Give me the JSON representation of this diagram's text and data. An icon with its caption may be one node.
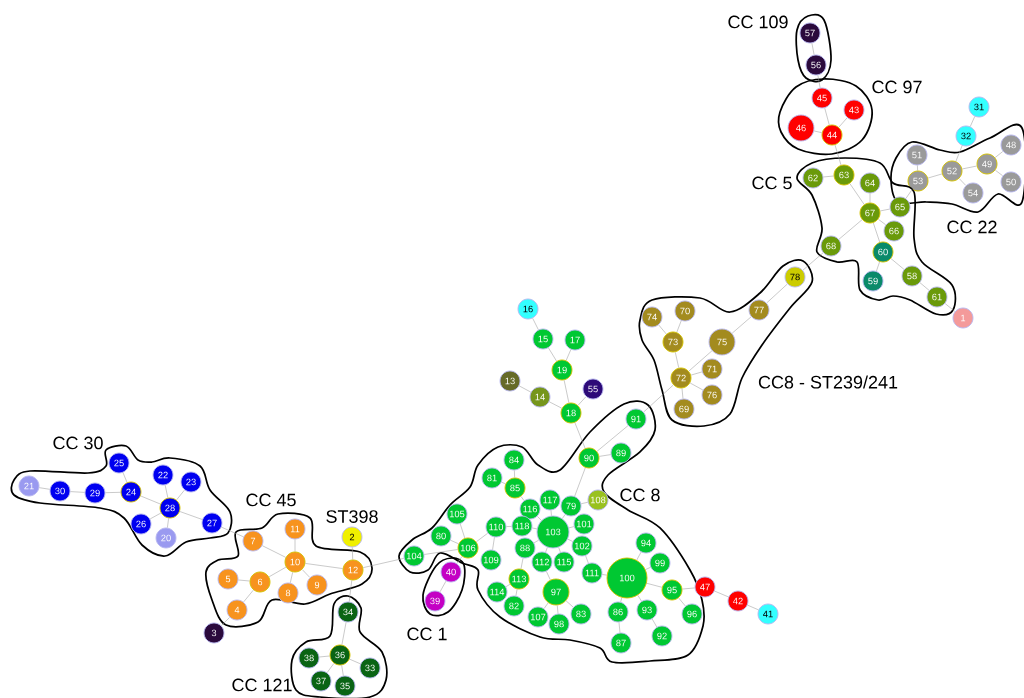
{
  "diagram": {
    "nodes": [
      {
        "text": [
          "CC 109"
        ]
      },
      {
        "text": [
          "57"
        ],
        "in": 0
      },
      {
        "text": [
          "56"
        ],
        "in": 0
      },
      {
        "text": [
          "CC 97"
        ]
      },
      {
        "text": [
          "45"
        ],
        "in": 3
      },
      {
        "text": [
          "43"
        ],
        "in": 3
      },
      {
        "text": [
          "46"
        ],
        "in": 3
      },
      {
        "text": [
          "44"
        ],
        "in": 3
      },
      {
        "text": [
          "31"
        ]
      },
      {
        "text": [
          "32"
        ]
      },
      {
        "text": [
          "CC 22"
        ]
      },
      {
        "text": [
          "51"
        ],
        "in": 10
      },
      {
        "text": [
          "48"
        ],
        "in": 10
      },
      {
        "text": [
          "53"
        ],
        "in": 10
      },
      {
        "text": [
          "52"
        ],
        "in": 10
      },
      {
        "text": [
          "49"
        ],
        "in": 10
      },
      {
        "text": [
          "50"
        ],
        "in": 10
      },
      {
        "text": [
          "54"
        ],
        "in": 10
      },
      {
        "text": [
          "CC 5"
        ]
      },
      {
        "text": [
          "62"
        ],
        "in": 18
      },
      {
        "text": [
          "63"
        ],
        "in": 18
      },
      {
        "text": [
          "64"
        ],
        "in": 18
      },
      {
        "text": [
          "67"
        ],
        "in": 18
      },
      {
        "text": [
          "65"
        ],
        "in": 18
      },
      {
        "text": [
          "66"
        ],
        "in": 18
      },
      {
        "text": [
          "68"
        ],
        "in": 18
      },
      {
        "text": [
          "60"
        ],
        "in": 18
      },
      {
        "text": [
          "59"
        ],
        "in": 18
      },
      {
        "text": [
          "58"
        ],
        "in": 18
      },
      {
        "text": [
          "61"
        ],
        "in": 18
      },
      {
        "text": [
          "1"
        ]
      },
      {
        "text": [
          "CC8 - ST239/241"
        ]
      },
      {
        "text": [
          "78"
        ],
        "in": 31
      },
      {
        "text": [
          "74"
        ],
        "in": 31
      },
      {
        "text": [
          "70"
        ],
        "in": 31
      },
      {
        "text": [
          "77"
        ],
        "in": 31
      },
      {
        "text": [
          "73"
        ],
        "in": 31
      },
      {
        "text": [
          "75"
        ],
        "in": 31
      },
      {
        "text": [
          "71"
        ],
        "in": 31
      },
      {
        "text": [
          "72"
        ],
        "in": 31
      },
      {
        "text": [
          "76"
        ],
        "in": 31
      },
      {
        "text": [
          "69"
        ],
        "in": 31
      },
      {
        "text": [
          "16"
        ]
      },
      {
        "text": [
          "15"
        ]
      },
      {
        "text": [
          "17"
        ]
      },
      {
        "text": [
          "19"
        ]
      },
      {
        "text": [
          "13"
        ]
      },
      {
        "text": [
          "55"
        ]
      },
      {
        "text": [
          "14"
        ]
      },
      {
        "text": [
          "18"
        ]
      },
      {
        "text": [
          "CC 30"
        ]
      },
      {
        "text": [
          "25"
        ],
        "in": 50
      },
      {
        "text": [
          "22"
        ],
        "in": 50
      },
      {
        "text": [
          "23"
        ],
        "in": 50
      },
      {
        "text": [
          "21"
        ],
        "in": 50
      },
      {
        "text": [
          "30"
        ],
        "in": 50
      },
      {
        "text": [
          "29"
        ],
        "in": 50
      },
      {
        "text": [
          "24"
        ],
        "in": 50
      },
      {
        "text": [
          "28"
        ],
        "in": 50
      },
      {
        "text": [
          "26"
        ],
        "in": 50
      },
      {
        "text": [
          "20"
        ],
        "in": 50
      },
      {
        "text": [
          "27"
        ],
        "in": 50
      },
      {
        "text": [
          "CC 8"
        ]
      },
      {
        "text": [
          "91"
        ],
        "in": 62
      },
      {
        "text": [
          "90"
        ],
        "in": 62
      },
      {
        "text": [
          "89"
        ],
        "in": 62
      },
      {
        "text": [
          "84"
        ],
        "in": 62
      },
      {
        "text": [
          "81"
        ],
        "in": 62
      },
      {
        "text": [
          "85"
        ],
        "in": 62
      },
      {
        "text": [
          "117"
        ],
        "in": 62
      },
      {
        "text": [
          "79"
        ],
        "in": 62
      },
      {
        "text": [
          "116"
        ],
        "in": 62
      },
      {
        "text": [
          "118"
        ],
        "in": 62
      },
      {
        "text": [
          "108"
        ],
        "in": 62
      },
      {
        "text": [
          "101"
        ],
        "in": 62
      },
      {
        "text": [
          "105"
        ],
        "in": 62
      },
      {
        "text": [
          "103"
        ],
        "in": 62
      },
      {
        "text": [
          "102"
        ],
        "in": 62
      },
      {
        "text": [
          "80"
        ],
        "in": 62
      },
      {
        "text": [
          "106"
        ],
        "in": 62
      },
      {
        "text": [
          "110"
        ],
        "in": 62
      },
      {
        "text": [
          "111"
        ],
        "in": 62
      },
      {
        "text": [
          "104"
        ],
        "in": 62
      },
      {
        "text": [
          "88"
        ],
        "in": 62
      },
      {
        "text": [
          "112"
        ],
        "in": 62
      },
      {
        "text": [
          "115"
        ],
        "in": 62
      },
      {
        "text": [
          "100"
        ],
        "in": 62
      },
      {
        "text": [
          "94"
        ],
        "in": 62
      },
      {
        "text": [
          "99"
        ],
        "in": 62
      },
      {
        "text": [
          "109"
        ],
        "in": 62
      },
      {
        "text": [
          "113"
        ],
        "in": 62
      },
      {
        "text": [
          "97"
        ],
        "in": 62
      },
      {
        "text": [
          "95"
        ],
        "in": 62
      },
      {
        "text": [
          "114"
        ],
        "in": 62
      },
      {
        "text": [
          "82"
        ],
        "in": 62
      },
      {
        "text": [
          "107"
        ],
        "in": 62
      },
      {
        "text": [
          "98"
        ],
        "in": 62
      },
      {
        "text": [
          "83"
        ],
        "in": 62
      },
      {
        "text": [
          "86"
        ],
        "in": 62
      },
      {
        "text": [
          "93"
        ],
        "in": 62
      },
      {
        "text": [
          "96"
        ],
        "in": 62
      },
      {
        "text": [
          "92"
        ],
        "in": 62
      },
      {
        "text": [
          "87"
        ],
        "in": 62
      },
      {
        "text": [
          "CC 45"
        ]
      },
      {
        "text": [
          "11"
        ],
        "in": 103
      },
      {
        "text": [
          "7"
        ],
        "in": 103
      },
      {
        "text": [
          "10"
        ],
        "in": 103
      },
      {
        "text": [
          "12"
        ],
        "in": 103
      },
      {
        "text": [
          "5"
        ],
        "in": 103
      },
      {
        "text": [
          "6"
        ],
        "in": 103
      },
      {
        "text": [
          "9"
        ],
        "in": 103
      },
      {
        "text": [
          "8"
        ],
        "in": 103
      },
      {
        "text": [
          "4"
        ],
        "in": 103
      },
      {
        "text": [
          "2"
        ],
        "beside": [
          "ST398"
        ]
      },
      {
        "text": [
          "CC 1"
        ]
      },
      {
        "text": [
          "40"
        ],
        "in": 114
      },
      {
        "text": [
          "39"
        ],
        "in": 114
      },
      {
        "text": [
          "3"
        ]
      },
      {
        "text": [
          "CC 121"
        ]
      },
      {
        "text": [
          "34"
        ],
        "in": 118
      },
      {
        "text": [
          "36"
        ],
        "in": 118
      },
      {
        "text": [
          "38"
        ],
        "in": 118
      },
      {
        "text": [
          "33"
        ],
        "in": 118
      },
      {
        "text": [
          "37"
        ],
        "in": 118
      },
      {
        "text": [
          "35"
        ],
        "in": 118
      },
      {
        "text": [
          "47"
        ]
      },
      {
        "text": [
          "42"
        ]
      },
      {
        "text": [
          "41"
        ]
      }
    ],
    "edges": [
      {
        "from": 1,
        "to": 2,
        "arrow": "none"
      },
      {
        "from": 2,
        "to": 4,
        "arrow": "none"
      },
      {
        "from": 4,
        "to": 7,
        "arrow": "none"
      },
      {
        "from": 7,
        "to": 5,
        "arrow": "none"
      },
      {
        "from": 7,
        "to": 6,
        "arrow": "none"
      },
      {
        "from": 7,
        "to": 20,
        "arrow": "none"
      },
      {
        "from": 8,
        "to": 9,
        "arrow": "none"
      },
      {
        "from": 9,
        "to": 14,
        "arrow": "none"
      },
      {
        "from": 13,
        "to": 11,
        "arrow": "none"
      },
      {
        "from": 13,
        "to": 14,
        "arrow": "none"
      },
      {
        "from": 14,
        "to": 17,
        "arrow": "none"
      },
      {
        "from": 14,
        "to": 15,
        "arrow": "none"
      },
      {
        "from": 15,
        "to": 12,
        "arrow": "none"
      },
      {
        "from": 15,
        "to": 16,
        "arrow": "none"
      },
      {
        "from": 23,
        "to": 13,
        "arrow": "none"
      },
      {
        "from": 19,
        "to": 20,
        "arrow": "none"
      },
      {
        "from": 20,
        "to": 22,
        "arrow": "none"
      },
      {
        "from": 21,
        "to": 22,
        "arrow": "none"
      },
      {
        "from": 22,
        "to": 23,
        "arrow": "none"
      },
      {
        "from": 22,
        "to": 24,
        "arrow": "none"
      },
      {
        "from": 22,
        "to": 26,
        "arrow": "none"
      },
      {
        "from": 22,
        "to": 25,
        "arrow": "none"
      },
      {
        "from": 26,
        "to": 27,
        "arrow": "none"
      },
      {
        "from": 26,
        "to": 28,
        "arrow": "none"
      },
      {
        "from": 28,
        "to": 29,
        "arrow": "none"
      },
      {
        "from": 29,
        "to": 30,
        "arrow": "none"
      },
      {
        "from": 25,
        "to": 32,
        "arrow": "none"
      },
      {
        "from": 32,
        "to": 35,
        "arrow": "none"
      },
      {
        "from": 35,
        "to": 37,
        "arrow": "none"
      },
      {
        "from": 37,
        "to": 39,
        "arrow": "none"
      },
      {
        "from": 39,
        "to": 36,
        "arrow": "none"
      },
      {
        "from": 36,
        "to": 33,
        "arrow": "none"
      },
      {
        "from": 36,
        "to": 34,
        "arrow": "none"
      },
      {
        "from": 39,
        "to": 38,
        "arrow": "none"
      },
      {
        "from": 39,
        "to": 40,
        "arrow": "none"
      },
      {
        "from": 39,
        "to": 41,
        "arrow": "none"
      },
      {
        "from": 39,
        "to": 63,
        "arrow": "none"
      },
      {
        "from": 42,
        "to": 43,
        "arrow": "none"
      },
      {
        "from": 43,
        "to": 45,
        "arrow": "none"
      },
      {
        "from": 44,
        "to": 45,
        "arrow": "none"
      },
      {
        "from": 45,
        "to": 49,
        "arrow": "none"
      },
      {
        "from": 46,
        "to": 48,
        "arrow": "none"
      },
      {
        "from": 48,
        "to": 49,
        "arrow": "none"
      },
      {
        "from": 47,
        "to": 49,
        "arrow": "none"
      },
      {
        "from": 49,
        "to": 64,
        "arrow": "none"
      },
      {
        "from": 54,
        "to": 55,
        "arrow": "none"
      },
      {
        "from": 55,
        "to": 56,
        "arrow": "none"
      },
      {
        "from": 56,
        "to": 57,
        "arrow": "none"
      },
      {
        "from": 57,
        "to": 51,
        "arrow": "none"
      },
      {
        "from": 57,
        "to": 58,
        "arrow": "none"
      },
      {
        "from": 58,
        "to": 52,
        "arrow": "none"
      },
      {
        "from": 58,
        "to": 53,
        "arrow": "none"
      },
      {
        "from": 58,
        "to": 59,
        "arrow": "none"
      },
      {
        "from": 58,
        "to": 60,
        "arrow": "none"
      },
      {
        "from": 58,
        "to": 61,
        "arrow": "none"
      },
      {
        "from": 61,
        "to": 105,
        "arrow": "none"
      },
      {
        "from": 64,
        "to": 63,
        "arrow": "none"
      },
      {
        "from": 64,
        "to": 65,
        "arrow": "none"
      },
      {
        "from": 64,
        "to": 70,
        "arrow": "none"
      },
      {
        "from": 68,
        "to": 66,
        "arrow": "none"
      },
      {
        "from": 68,
        "to": 67,
        "arrow": "none"
      },
      {
        "from": 68,
        "to": 71,
        "arrow": "none"
      },
      {
        "from": 76,
        "to": 69,
        "arrow": "none"
      },
      {
        "from": 76,
        "to": 70,
        "arrow": "none"
      },
      {
        "from": 76,
        "to": 71,
        "arrow": "none"
      },
      {
        "from": 76,
        "to": 72,
        "arrow": "none"
      },
      {
        "from": 70,
        "to": 73,
        "arrow": "none"
      },
      {
        "from": 76,
        "to": 74,
        "arrow": "none"
      },
      {
        "from": 76,
        "to": 77,
        "arrow": "none"
      },
      {
        "from": 77,
        "to": 81,
        "arrow": "none"
      },
      {
        "from": 72,
        "to": 80,
        "arrow": "none"
      },
      {
        "from": 76,
        "to": 83,
        "arrow": "none"
      },
      {
        "from": 76,
        "to": 84,
        "arrow": "none"
      },
      {
        "from": 76,
        "to": 85,
        "arrow": "none"
      },
      {
        "from": 79,
        "to": 78,
        "arrow": "none"
      },
      {
        "from": 79,
        "to": 75,
        "arrow": "none"
      },
      {
        "from": 79,
        "to": 80,
        "arrow": "none"
      },
      {
        "from": 79,
        "to": 82,
        "arrow": "none"
      },
      {
        "from": 79,
        "to": 115,
        "arrow": "none"
      },
      {
        "from": 80,
        "to": 89,
        "arrow": "none"
      },
      {
        "from": 83,
        "to": 90,
        "arrow": "none"
      },
      {
        "from": 90,
        "to": 93,
        "arrow": "none"
      },
      {
        "from": 90,
        "to": 94,
        "arrow": "none"
      },
      {
        "from": 84,
        "to": 91,
        "arrow": "none"
      },
      {
        "from": 91,
        "to": 95,
        "arrow": "none"
      },
      {
        "from": 91,
        "to": 96,
        "arrow": "none"
      },
      {
        "from": 91,
        "to": 97,
        "arrow": "none"
      },
      {
        "from": 81,
        "to": 86,
        "arrow": "none"
      },
      {
        "from": 86,
        "to": 87,
        "arrow": "none"
      },
      {
        "from": 86,
        "to": 88,
        "arrow": "none"
      },
      {
        "from": 86,
        "to": 92,
        "arrow": "none"
      },
      {
        "from": 86,
        "to": 98,
        "arrow": "none"
      },
      {
        "from": 86,
        "to": 99,
        "arrow": "none"
      },
      {
        "from": 99,
        "to": 101,
        "arrow": "none"
      },
      {
        "from": 98,
        "to": 102,
        "arrow": "none"
      },
      {
        "from": 92,
        "to": 100,
        "arrow": "none"
      },
      {
        "from": 92,
        "to": 125,
        "arrow": "none"
      },
      {
        "from": 125,
        "to": 126,
        "arrow": "none"
      },
      {
        "from": 126,
        "to": 127,
        "arrow": "none"
      },
      {
        "from": 105,
        "to": 106,
        "arrow": "none"
      },
      {
        "from": 106,
        "to": 104,
        "arrow": "none"
      },
      {
        "from": 106,
        "to": 109,
        "arrow": "none"
      },
      {
        "from": 106,
        "to": 111,
        "arrow": "none"
      },
      {
        "from": 106,
        "to": 110,
        "arrow": "none"
      },
      {
        "from": 106,
        "to": 107,
        "arrow": "none"
      },
      {
        "from": 109,
        "to": 108,
        "arrow": "none"
      },
      {
        "from": 109,
        "to": 112,
        "arrow": "none"
      },
      {
        "from": 112,
        "to": 117,
        "arrow": "none"
      },
      {
        "from": 107,
        "to": 113,
        "arrow": "none"
      },
      {
        "from": 107,
        "to": 119,
        "arrow": "none"
      },
      {
        "from": 107,
        "to": 82,
        "arrow": "none"
      },
      {
        "from": 115,
        "to": 116,
        "arrow": "none"
      },
      {
        "from": 119,
        "to": 120,
        "arrow": "none"
      },
      {
        "from": 120,
        "to": 121,
        "arrow": "none"
      },
      {
        "from": 120,
        "to": 122,
        "arrow": "none"
      },
      {
        "from": 120,
        "to": 123,
        "arrow": "none"
      },
      {
        "from": 120,
        "to": 124,
        "arrow": "none"
      }
    ]
  }
}
